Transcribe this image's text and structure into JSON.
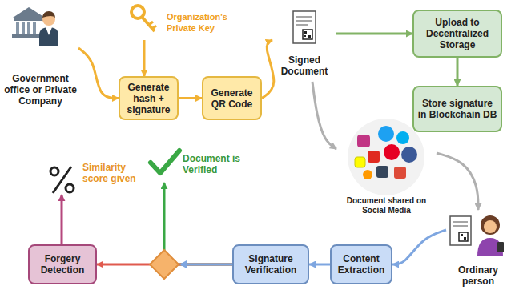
{
  "diagram": {
    "nodes": [
      {
        "text": [
          "Government office or Private Company"
        ]
      },
      {
        "text": [
          "Organization's Private Key"
        ]
      },
      {
        "text": [
          "Generate hash + signature"
        ]
      },
      {
        "text": [
          "Generate QR Code"
        ]
      },
      {
        "text": [
          "Signed Document"
        ]
      },
      {
        "text": [
          "Upload to Decentralized Storage"
        ]
      },
      {
        "text": [
          "Store signature in Blockchain DB"
        ]
      },
      {
        "text": [
          "Document shared on Social Media"
        ]
      },
      {
        "text": [
          "Ordinary person"
        ]
      },
      {
        "text": [
          "Content Extraction"
        ]
      },
      {
        "text": [
          "Signature Verification"
        ]
      },
      {
        "text": [
          "Document is Verified"
        ]
      },
      {
        "text": [
          "Forgery Detection"
        ]
      },
      {
        "text": [
          "Similarity score given"
        ]
      }
    ],
    "edges": [
      {
        "from": 0,
        "to": 2,
        "arrow": "to"
      },
      {
        "from": 1,
        "to": 2,
        "arrow": "to"
      },
      {
        "from": 2,
        "to": 3,
        "arrow": "to"
      },
      {
        "from": 3,
        "to": 4,
        "arrow": "to"
      },
      {
        "from": 4,
        "to": 5,
        "arrow": "to"
      },
      {
        "from": 5,
        "to": 6,
        "arrow": "to"
      },
      {
        "from": 4,
        "to": 7,
        "arrow": "to"
      },
      {
        "from": 7,
        "to": 8,
        "arrow": "to"
      },
      {
        "from": 8,
        "to": 9,
        "arrow": "to"
      },
      {
        "from": 9,
        "to": 10,
        "arrow": "to"
      },
      {
        "from": 10,
        "to": 11,
        "arrow": "to"
      },
      {
        "from": 10,
        "to": 12,
        "arrow": "to"
      },
      {
        "from": 12,
        "to": 13,
        "arrow": "to"
      }
    ]
  }
}
